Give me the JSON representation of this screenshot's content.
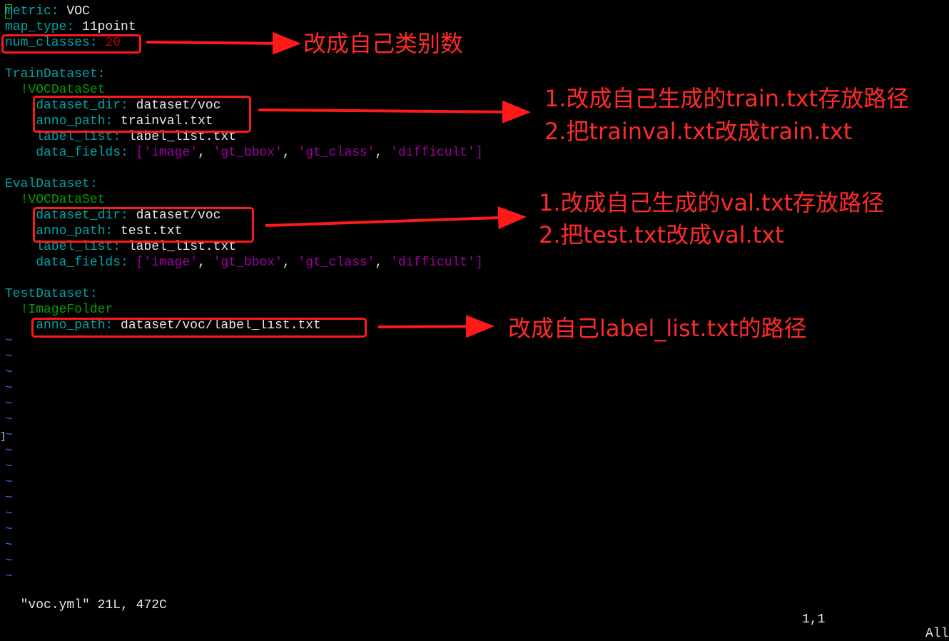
{
  "editor": {
    "lines": [
      [
        {
          "cls": "key",
          "t": "metric:"
        },
        {
          "cls": "txt",
          "t": " VOC"
        }
      ],
      [
        {
          "cls": "key",
          "t": "map_type:"
        },
        {
          "cls": "txt",
          "t": " 11point"
        }
      ],
      [
        {
          "cls": "key",
          "t": "num_classes:"
        },
        {
          "cls": "num",
          "t": " 20"
        }
      ],
      [
        {
          "cls": "txt",
          "t": ""
        }
      ],
      [
        {
          "cls": "key",
          "t": "TrainDataset:"
        }
      ],
      [
        {
          "cls": "txt",
          "t": "  "
        },
        {
          "cls": "kw",
          "t": "!VOCDataSet"
        }
      ],
      [
        {
          "cls": "txt",
          "t": "    "
        },
        {
          "cls": "key",
          "t": "dataset_dir:"
        },
        {
          "cls": "txt",
          "t": " dataset/voc"
        }
      ],
      [
        {
          "cls": "txt",
          "t": "    "
        },
        {
          "cls": "key",
          "t": "anno_path:"
        },
        {
          "cls": "txt",
          "t": " trainval.txt"
        }
      ],
      [
        {
          "cls": "txt",
          "t": "    "
        },
        {
          "cls": "key",
          "t": "label_list:"
        },
        {
          "cls": "txt",
          "t": " label_list.txt"
        }
      ],
      [
        {
          "cls": "txt",
          "t": "    "
        },
        {
          "cls": "key",
          "t": "data_fields:"
        },
        {
          "cls": "txt",
          "t": " "
        },
        {
          "cls": "str",
          "t": "['image'"
        },
        {
          "cls": "txt",
          "t": ", "
        },
        {
          "cls": "str",
          "t": "'gt_bbox'"
        },
        {
          "cls": "txt",
          "t": ", "
        },
        {
          "cls": "str",
          "t": "'gt_class'"
        },
        {
          "cls": "txt",
          "t": ", "
        },
        {
          "cls": "str",
          "t": "'difficult']"
        }
      ],
      [
        {
          "cls": "txt",
          "t": ""
        }
      ],
      [
        {
          "cls": "key",
          "t": "EvalDataset:"
        }
      ],
      [
        {
          "cls": "txt",
          "t": "  "
        },
        {
          "cls": "kw",
          "t": "!VOCDataSet"
        }
      ],
      [
        {
          "cls": "txt",
          "t": "    "
        },
        {
          "cls": "key",
          "t": "dataset_dir:"
        },
        {
          "cls": "txt",
          "t": " dataset/voc"
        }
      ],
      [
        {
          "cls": "txt",
          "t": "    "
        },
        {
          "cls": "key",
          "t": "anno_path:"
        },
        {
          "cls": "txt",
          "t": " test.txt"
        }
      ],
      [
        {
          "cls": "txt",
          "t": "    "
        },
        {
          "cls": "key",
          "t": "label_list:"
        },
        {
          "cls": "txt",
          "t": " label_list.txt"
        }
      ],
      [
        {
          "cls": "txt",
          "t": "    "
        },
        {
          "cls": "key",
          "t": "data_fields:"
        },
        {
          "cls": "txt",
          "t": " "
        },
        {
          "cls": "str",
          "t": "['image'"
        },
        {
          "cls": "txt",
          "t": ", "
        },
        {
          "cls": "str",
          "t": "'gt_bbox'"
        },
        {
          "cls": "txt",
          "t": ", "
        },
        {
          "cls": "str",
          "t": "'gt_class'"
        },
        {
          "cls": "txt",
          "t": ", "
        },
        {
          "cls": "str",
          "t": "'difficult']"
        }
      ],
      [
        {
          "cls": "txt",
          "t": ""
        }
      ],
      [
        {
          "cls": "key",
          "t": "TestDataset:"
        }
      ],
      [
        {
          "cls": "txt",
          "t": "  "
        },
        {
          "cls": "kw",
          "t": "!ImageFolder"
        }
      ],
      [
        {
          "cls": "txt",
          "t": "    "
        },
        {
          "cls": "key",
          "t": "anno_path:"
        },
        {
          "cls": "txt",
          "t": " dataset/voc/label_list.txt"
        }
      ]
    ],
    "empty_line_marker": "~",
    "empty_line_count": 16
  },
  "status": {
    "file": "\"voc.yml\" 21L, 472C",
    "position": "1,1",
    "scroll": "All"
  },
  "annotations": {
    "num_classes_note": "改成自己类别数",
    "train_note_1": "1.改成自己生成的train.txt存放路径",
    "train_note_2": "2.把trainval.txt改成train.txt",
    "eval_note_1": "1.改成自己生成的val.txt存放路径",
    "eval_note_2": "2.把test.txt改成val.txt",
    "test_note": "改成自己label_list.txt的路径",
    "color": "#ff1a1a"
  },
  "colors": {
    "background": "#000000",
    "key": "#00a4a4",
    "keyword": "#00a000",
    "number": "#b40000",
    "string": "#a000a0",
    "tilde": "#2e6fd0"
  }
}
